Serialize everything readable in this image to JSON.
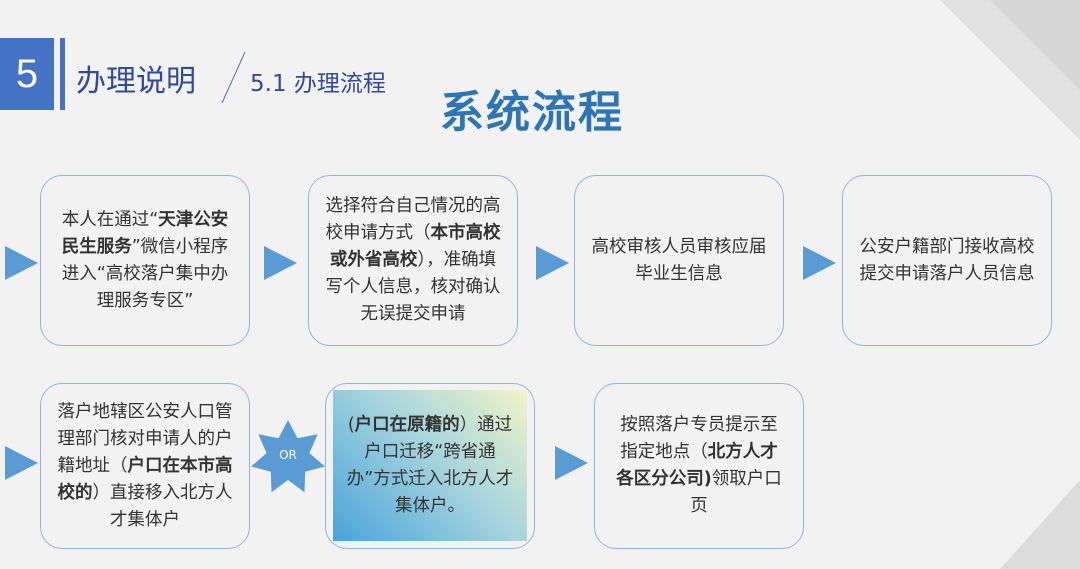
{
  "header": {
    "section_number": "5",
    "section_title": "办理说明",
    "subsection": "5.1 办理流程",
    "main_title": "系统流程"
  },
  "or_label": "OR",
  "colors": {
    "accent": "#4472c4",
    "title": "#2e75b6",
    "arrow": "#5b9bd5",
    "border": "#8fb4e3"
  },
  "steps": [
    {
      "segs": [
        {
          "t": "本人在通过“",
          "b": false
        },
        {
          "t": "天津公安民生服务",
          "b": true
        },
        {
          "t": "”微信小程序进入“高校落户集中办理服务专区”",
          "b": false
        }
      ]
    },
    {
      "segs": [
        {
          "t": "选择符合自己情况的高校申请方式（",
          "b": false
        },
        {
          "t": "本市高校或外省高校",
          "b": true
        },
        {
          "t": "），准确填写个人信息，核对确认无误提交申请",
          "b": false
        }
      ]
    },
    {
      "segs": [
        {
          "t": "高校审核人员审核应届毕业生信息",
          "b": false
        }
      ]
    },
    {
      "segs": [
        {
          "t": "公安户籍部门接收高校提交申请落户人员信息",
          "b": false
        }
      ]
    },
    {
      "segs": [
        {
          "t": "落户地辖区公安人口管理部门核对申请人的户籍地址（",
          "b": false
        },
        {
          "t": "户口在本市高校的",
          "b": true
        },
        {
          "t": "）直接移入北方人才集体户",
          "b": false
        }
      ]
    },
    {
      "segs": [
        {
          "t": "(",
          "b": false
        },
        {
          "t": "户口在原籍的",
          "b": true
        },
        {
          "t": "）通过户口迁移“跨省通办”方式迁入北方人才集体户。",
          "b": false
        }
      ]
    },
    {
      "segs": [
        {
          "t": "按照落户专员提示至指定地点（",
          "b": false
        },
        {
          "t": "北方人才各区分公司)",
          "b": true
        },
        {
          "t": "领取户口页",
          "b": false
        }
      ]
    }
  ]
}
